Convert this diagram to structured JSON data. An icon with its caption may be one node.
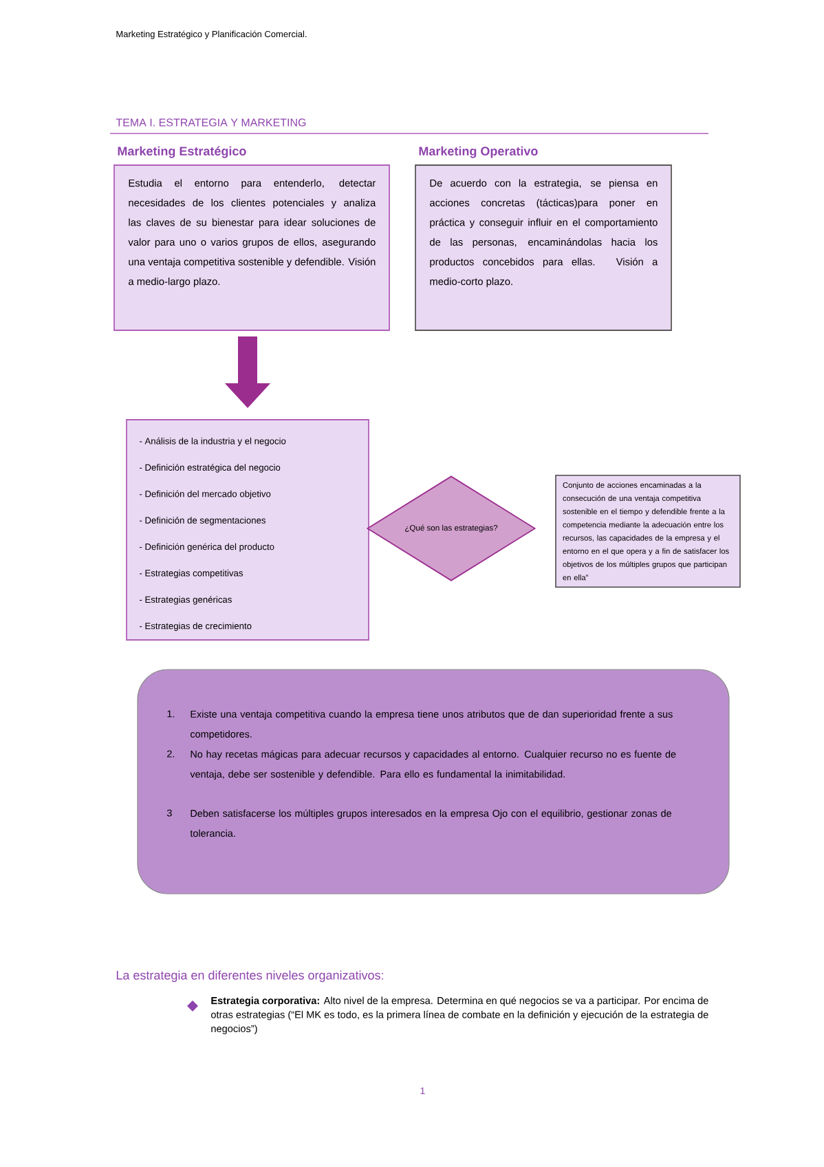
{
  "diagram": {
    "title": "TEMA I. ESTRATEGIA Y MARKETING",
    "nodes": [
      {
        "text": [
          "Marketing Estratégico",
          "Estudia el entorno para entenderlo, detectar necesidades de los clientes potenciales y analiza las claves de su bienestar para idear soluciones de valor para uno o varios grupos de ellos, asegurando una ventaja competitiva sostenible y defendible. Visión a medio-largo plazo."
        ]
      },
      {
        "text": [
          "Marketing Operativo",
          "De acuerdo con la estrategia, se piensa en acciones concretas (tácticas)para poner en práctica y conseguir influir en el comportamiento de las personas, encaminándolas hacia los productos concebidos para ellas. Visión a medio-corto plazo."
        ]
      },
      {
        "text": [
          "- Análisis de la industria y el negocio",
          "- Definición estratégica del negocio",
          "- Definición del mercado objetivo",
          "- Definición de segmentaciones",
          "- Definición genérica del producto",
          "- Estrategias competitivas",
          "- Estrategias genéricas",
          "- Estrategias de crecimiento"
        ]
      },
      {
        "text": [
          "¿Qué son las estrategias?"
        ]
      },
      {
        "text": [
          "Conjunto de acciones encaminadas a la consecución de una ventaja competitiva sostenible en el tiempo y defendible frente a la competencia mediante la adecuación entre los recursos, las capacidades de la empresa y el entorno en el que opera y a fin de satisfacer los objetivos de los múltiples grupos que participan en ella”"
        ]
      },
      {
        "text": [
          "1.",
          "Existe una ventaja competitiva cuando la empresa tiene unos atributos que de dan superioridad frente a sus competidores.",
          "2.",
          "No hay recetas mágicas para adecuar recursos y capacidades al entorno. Cualquier recurso no es fuente de ventaja, debe ser sostenible y defendible. Para ello es fundamental la inimitabilidad.",
          "3",
          "Deben satisfacerse los múltiples grupos interesados en la empresa Ojo con el equilibrio, gestionar zonas de tolerancia."
        ]
      }
    ],
    "edges": [
      {
        "from": 0,
        "to": 2,
        "arrow": "to"
      }
    ],
    "labels": [
      "Marketing Estratégico y Planificación Comercial.",
      "La estrategia en diferentes niveles organizativos:",
      "**Estrategia corporativa:** Alto nivel de la empresa. Determina en qué negocios se va a participar. Por encima de otras estrategias (“El MK es todo, es la primera línea de combate en la definición y ejecución de la estrategia de negocios”)",
      "1"
    ]
  }
}
